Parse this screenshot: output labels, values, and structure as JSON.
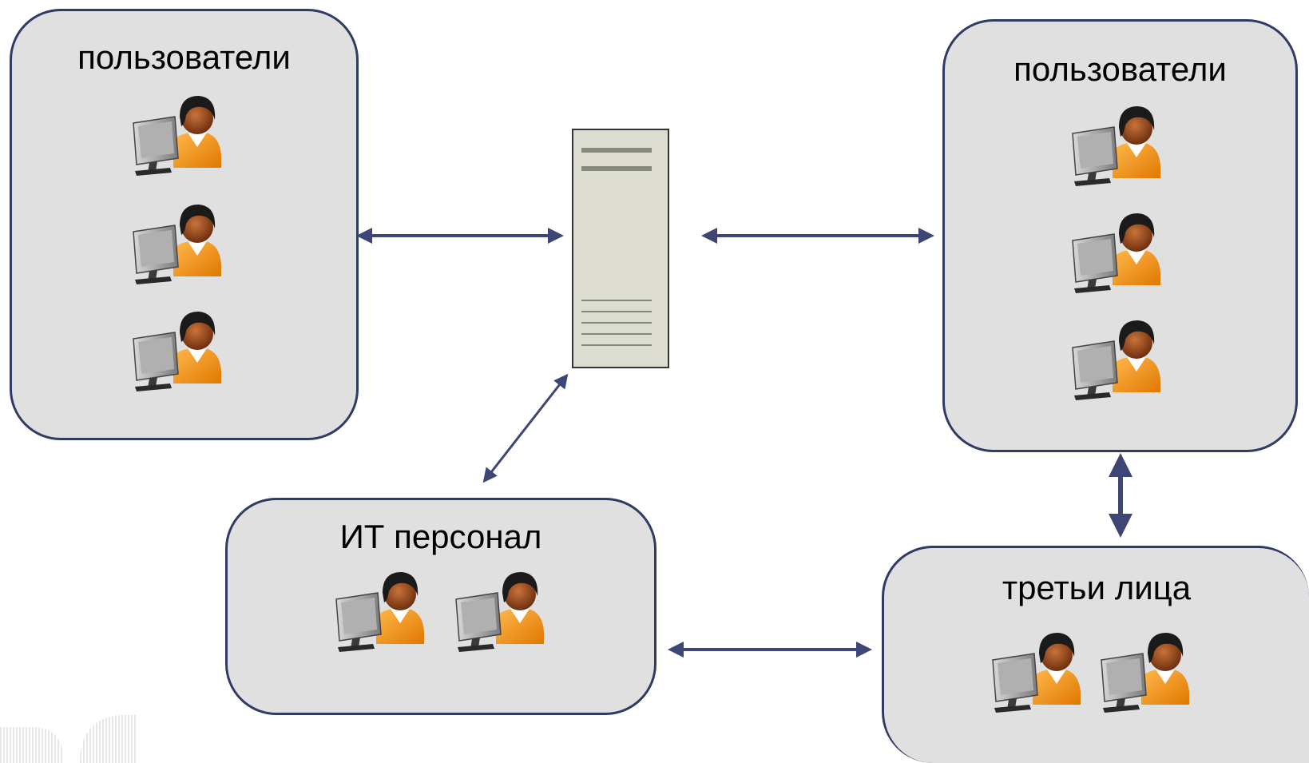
{
  "diagram": {
    "groups": {
      "users_left": {
        "label": "пользователи",
        "members": 3
      },
      "users_right": {
        "label": "пользователи",
        "members": 3
      },
      "it_staff": {
        "label": "ИТ персонал",
        "members": 2
      },
      "third_parties": {
        "label": "третьи лица",
        "members": 2
      }
    },
    "center_node": {
      "icon": "server-icon"
    },
    "connections": [
      {
        "from": "users_left",
        "to": "server",
        "direction": "both"
      },
      {
        "from": "server",
        "to": "users_right",
        "direction": "both"
      },
      {
        "from": "server",
        "to": "it_staff",
        "direction": "both"
      },
      {
        "from": "it_staff",
        "to": "third_parties",
        "direction": "both"
      },
      {
        "from": "users_right",
        "to": "third_parties",
        "direction": "both"
      }
    ],
    "colors": {
      "box_fill": "#e0e0e0",
      "box_border": "#2f3b63",
      "arrow": "#3d4674",
      "server_body": "#dcdcd0",
      "person_shirt": "#f59a1e",
      "person_skin": "#9a4a1a"
    }
  }
}
